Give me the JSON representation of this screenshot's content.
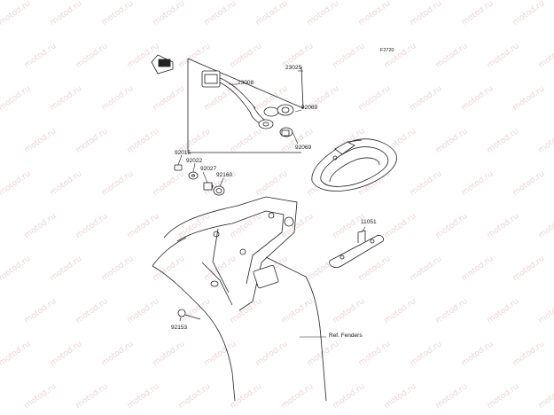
{
  "diagram": {
    "code": "F2720",
    "watermark_text": "motod.ru",
    "colors": {
      "line": "#222222",
      "watermark": "#e8b4b8",
      "background": "#ffffff"
    },
    "icon": "front-direction-arrow-icon",
    "parts": [
      {
        "id": "23025"
      },
      {
        "id": "23008"
      },
      {
        "id": "92069"
      },
      {
        "id": "92069b",
        "label": "92069"
      },
      {
        "id": "92015"
      },
      {
        "id": "92022"
      },
      {
        "id": "92027"
      },
      {
        "id": "92160"
      },
      {
        "id": "11051"
      },
      {
        "id": "92153"
      }
    ],
    "reference": "Ref. Fenders"
  }
}
